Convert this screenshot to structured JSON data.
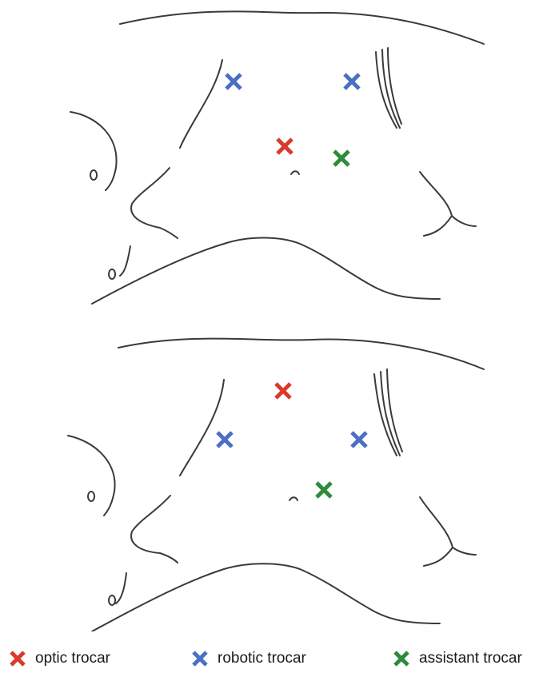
{
  "colors": {
    "optic": "#d93a2b",
    "robotic": "#4a6fc4",
    "assistant": "#2e8b3a",
    "outline": "#3a3a3a"
  },
  "legend": {
    "optic_label": "optic trocar",
    "robotic_label": "robotic trocar",
    "assistant_label": "assistant trocar"
  },
  "icons": [
    "x-mark-icon"
  ]
}
